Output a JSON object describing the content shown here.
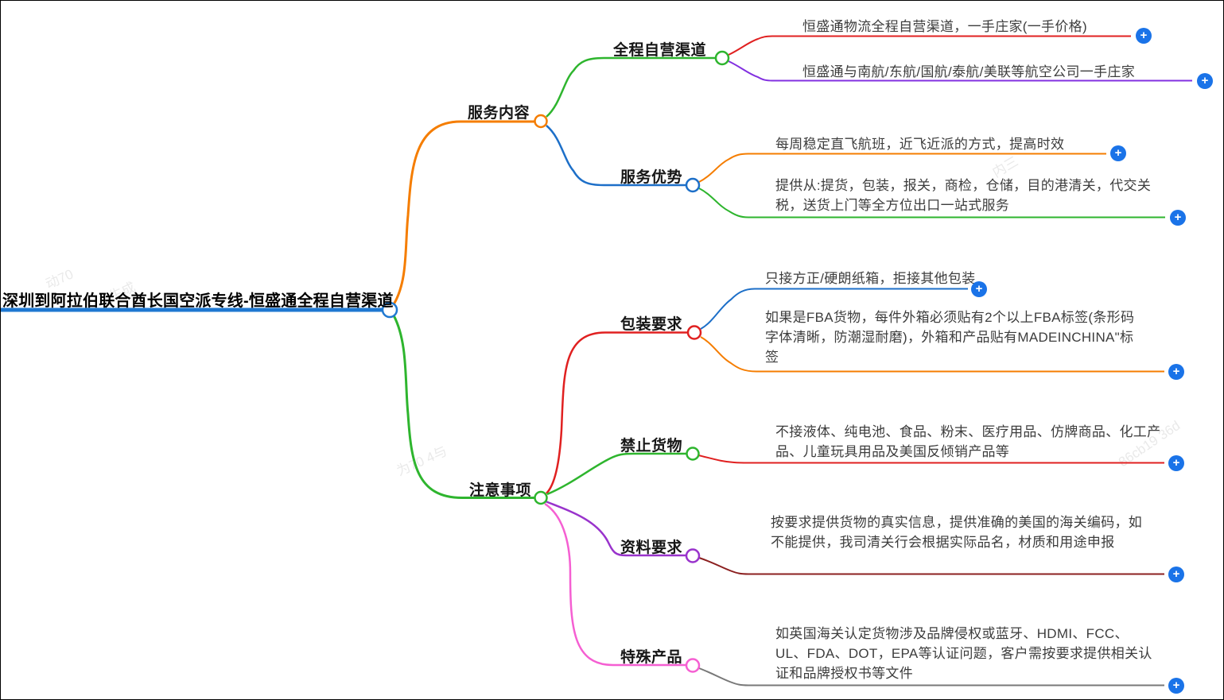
{
  "title": "深圳到阿拉伯联合酋长国空派专线-恒盛通全程自营渠道",
  "branches": {
    "service": {
      "label": "服务内容",
      "children": {
        "channel": {
          "label": "全程自营渠道",
          "leaf1": "恒盛通物流全程自营渠道，一手庄家(一手价格)",
          "leaf2": "恒盛通与南航/东航/国航/泰航/美联等航空公司一手庄家"
        },
        "advantage": {
          "label": "服务优势",
          "leaf1": "每周稳定直飞航班，近飞近派的方式，提高时效",
          "leaf2": "提供从:提货，包装，报关，商检，仓储，目的港清关，代交关税，送货上门等全方位出口一站式服务"
        }
      }
    },
    "notes": {
      "label": "注意事项",
      "children": {
        "packaging": {
          "label": "包装要求",
          "leaf1": "只接方正/硬朗纸箱，拒接其他包装",
          "leaf2": "如果是FBA货物，每件外箱必须贴有2个以上FBA标签(条形码字体清晰，防潮湿耐磨)，外箱和产品贴有MADEINCHINA\"标签"
        },
        "prohibited": {
          "label": "禁止货物",
          "leaf1": "不接液体、纯电池、食品、粉末、医疗用品、仿牌商品、化工产品、儿童玩具用品及美国反倾销产品等"
        },
        "documents": {
          "label": "资料要求",
          "leaf1": "按要求提供货物的真实信息，提供准确的美国的海关编码，如不能提供，我司清关行会根据实际品名，材质和用途申报"
        },
        "special": {
          "label": "特殊产品",
          "leaf1": "如英国海关认定货物涉及品牌侵权或蓝牙、HDMI、FCC、UL、FDA、DOT，EPA等认证问题，客户需按要求提供相关认证和品牌授权书等文件"
        }
      }
    }
  },
  "plus_label": "+",
  "colors": {
    "root_line": "#1f78d1",
    "orange": "#f57d00",
    "green": "#2eb52e",
    "blue": "#1d6fc8",
    "red": "#e02020",
    "purple": "#8230e0",
    "violet": "#9933cc",
    "dark_red": "#8b1f1f",
    "pink": "#f55fd2",
    "gray": "#787878",
    "plus_bg": "#1a73e8"
  },
  "watermarks": [
    {
      "text": "动70"
    },
    {
      "text": "生成"
    },
    {
      "text": "为70 4与"
    },
    {
      "text": "86cb19 36d"
    },
    {
      "text": "内三"
    }
  ]
}
